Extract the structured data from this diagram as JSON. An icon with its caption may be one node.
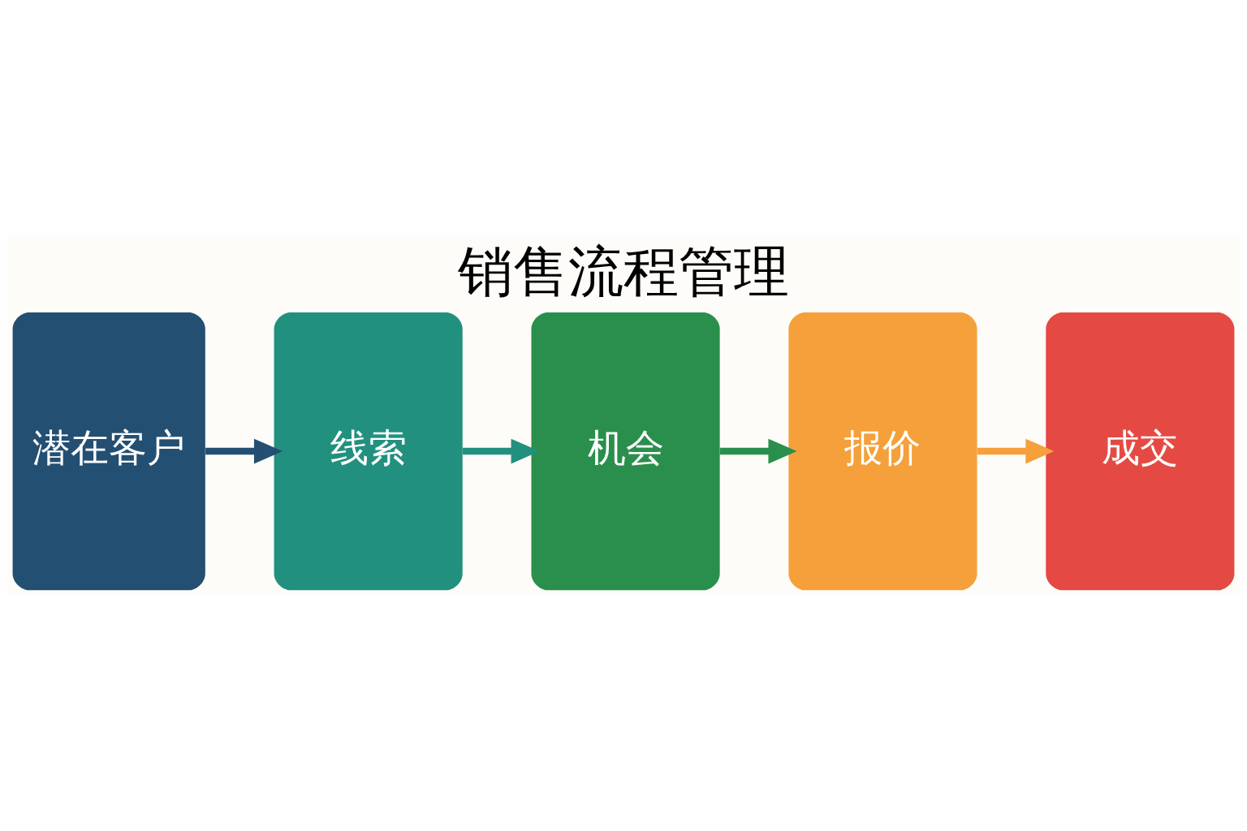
{
  "diagram": {
    "title": "销售流程管理",
    "nodes": [
      {
        "text": [
          "潜在客户"
        ]
      },
      {
        "text": [
          "线索"
        ]
      },
      {
        "text": [
          "机会"
        ]
      },
      {
        "text": [
          "报价"
        ]
      },
      {
        "text": [
          "成交"
        ]
      }
    ],
    "edges": [
      {
        "from": 0,
        "to": 1,
        "arrow": "to",
        "color": "#234f72"
      },
      {
        "from": 1,
        "to": 2,
        "arrow": "to",
        "color": "#22907f"
      },
      {
        "from": 2,
        "to": 3,
        "arrow": "to",
        "color": "#2a8f4c"
      },
      {
        "from": 3,
        "to": 4,
        "arrow": "to",
        "color": "#f5a03a"
      }
    ]
  }
}
